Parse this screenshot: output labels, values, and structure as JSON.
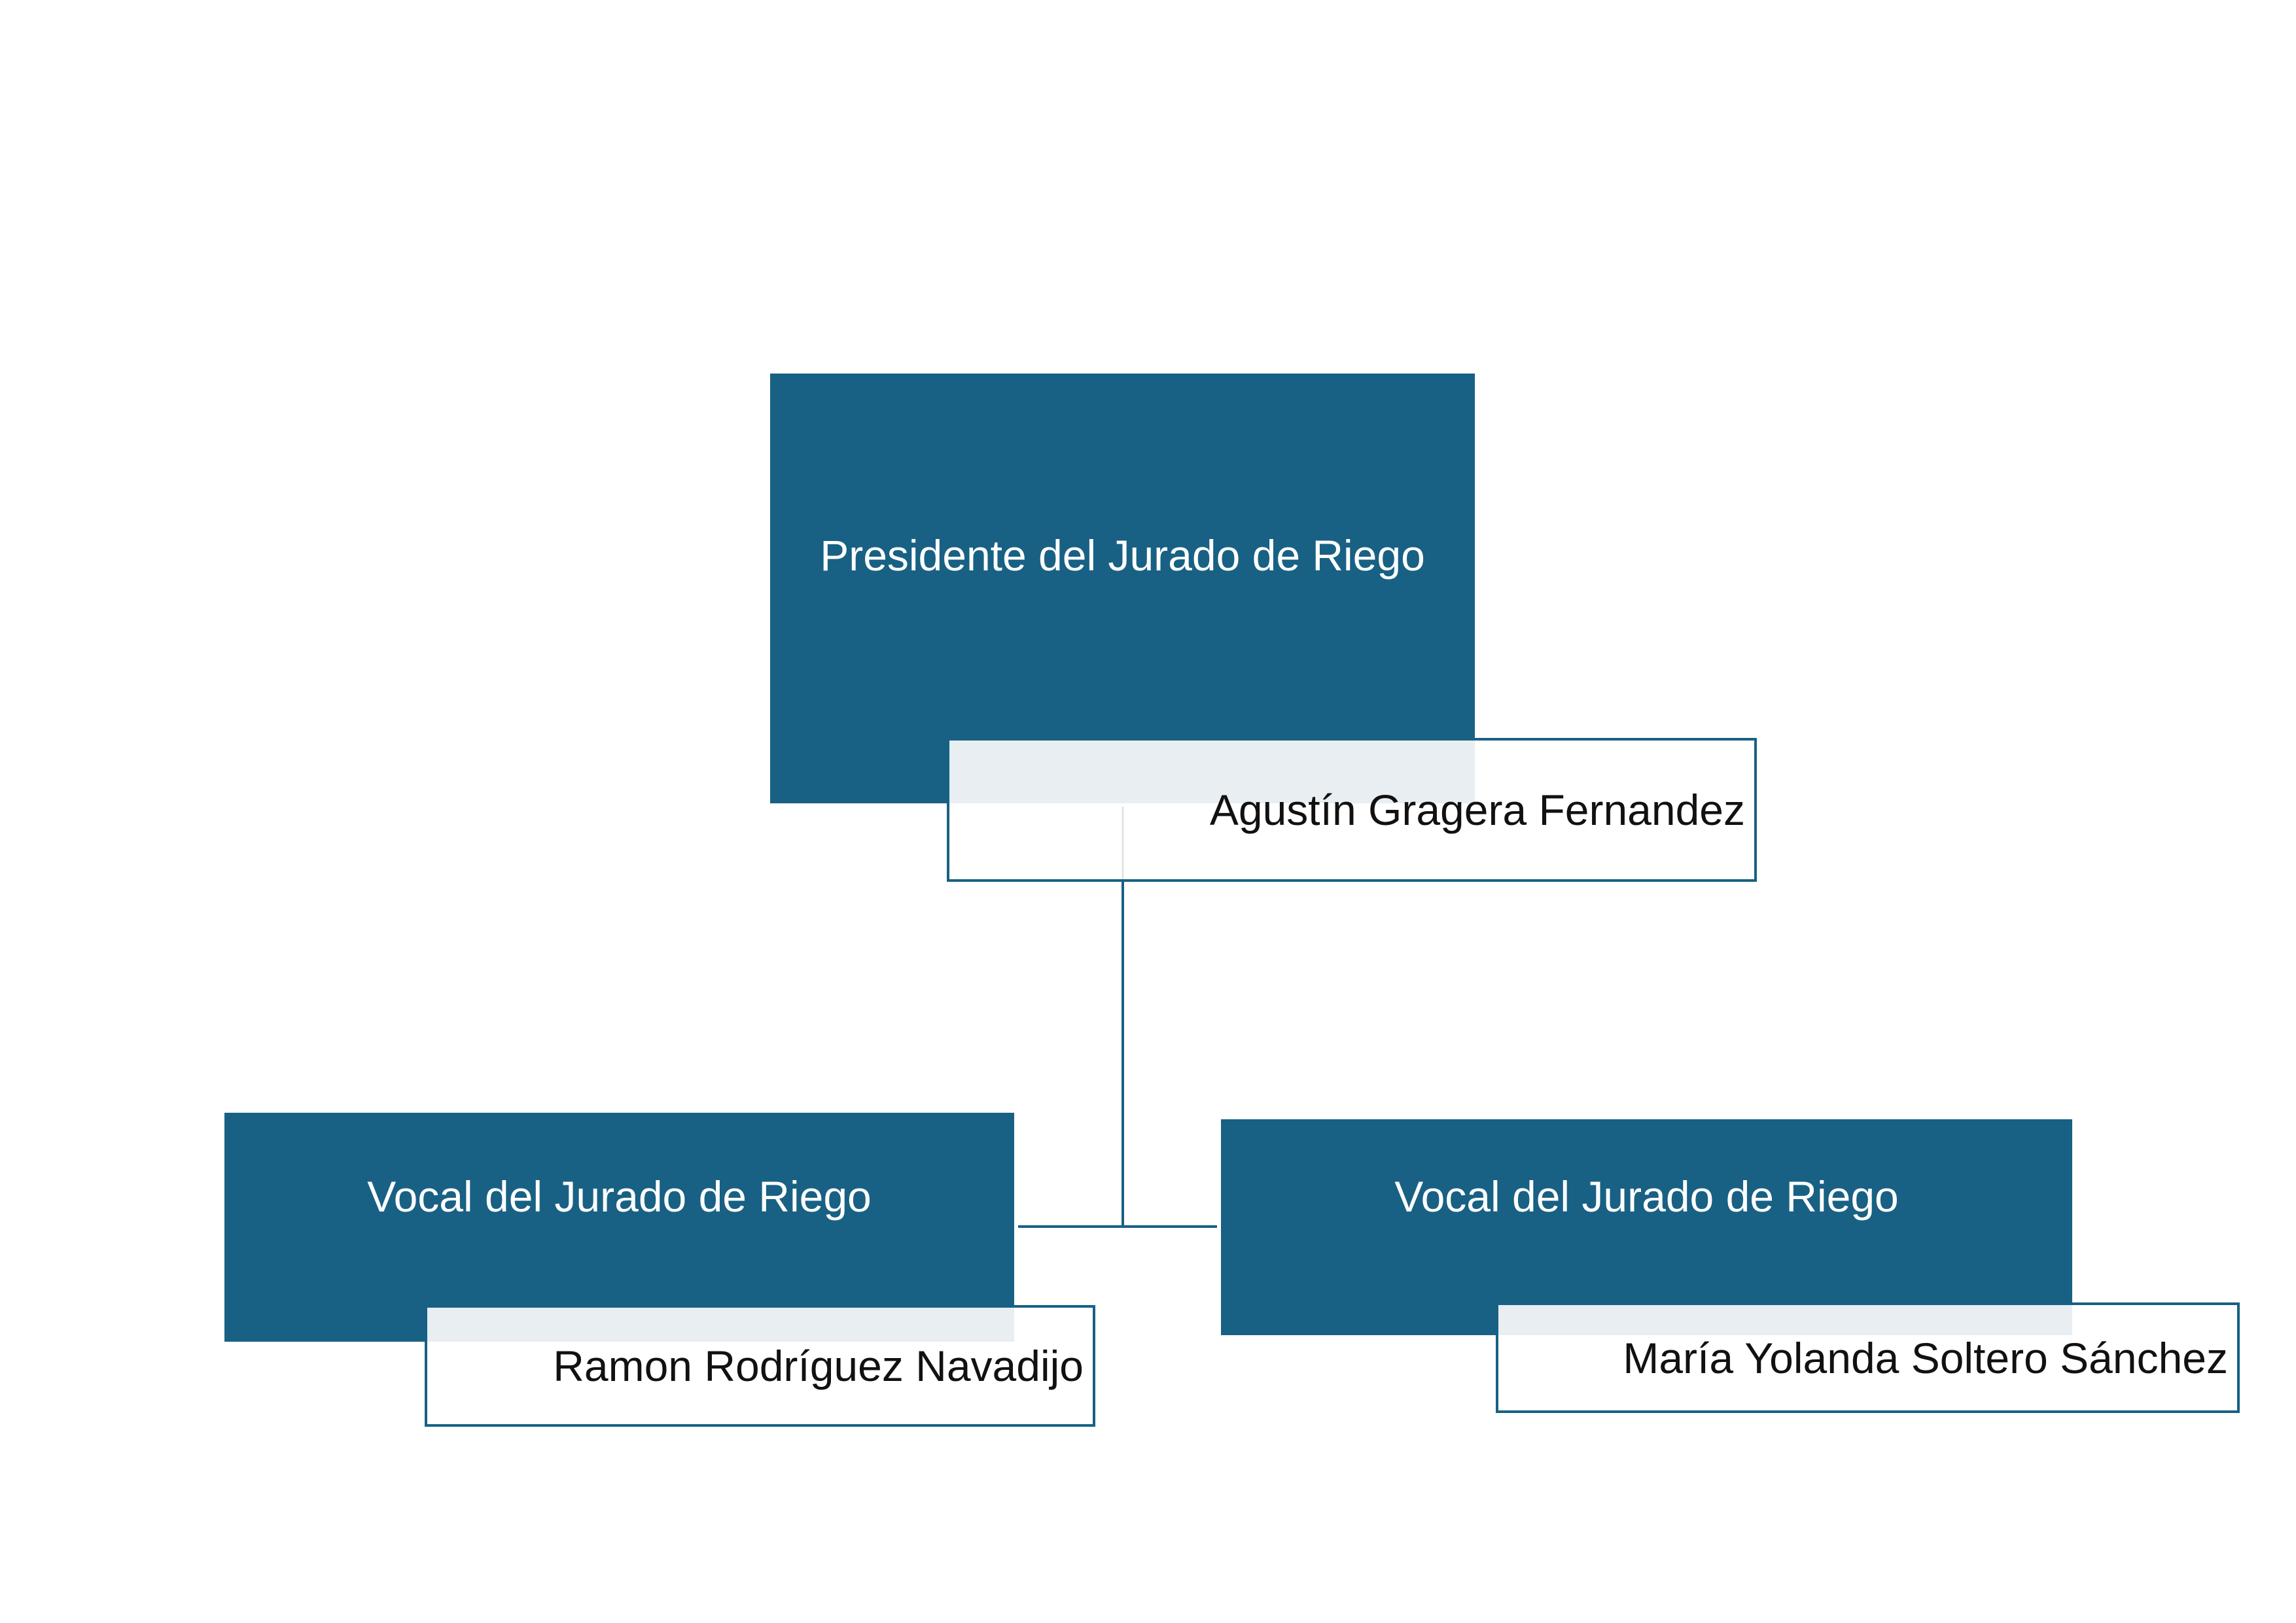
{
  "colors": {
    "role_fill": "#186184",
    "role_text": "#ffffff",
    "name_border": "#186184",
    "name_text": "#111111",
    "overlap_fill": "#e8eef2"
  },
  "org_chart": {
    "president": {
      "role": "Presidente del Jurado de Riego",
      "name": "Agustín Gragera Fernandez"
    },
    "members": [
      {
        "role": "Vocal del Jurado de Riego",
        "name": "Ramon Rodríguez Navadijo"
      },
      {
        "role": "Vocal del Jurado de Riego",
        "name": "María Yolanda Soltero Sánchez"
      }
    ]
  }
}
